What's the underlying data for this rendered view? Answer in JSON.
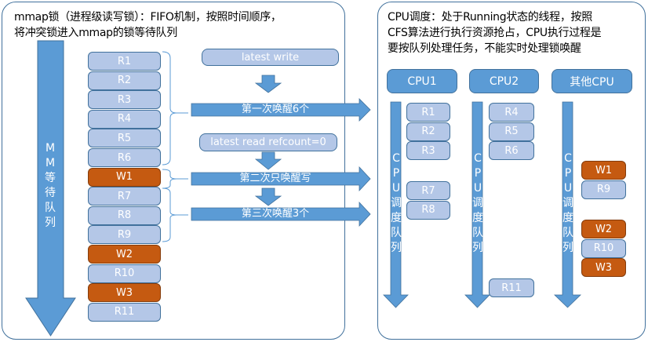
{
  "colors": {
    "panel_border": "#41719c",
    "read_fill": "#b4c7e7",
    "write_fill": "#c55a11",
    "arrow_fill": "#5b9bd5",
    "text_on_shape": "#ffffff"
  },
  "left_panel": {
    "description": "mmap锁（进程级读写锁）：FIFO机制，按照时间顺序，\n将冲突锁进入mmap的锁等待队列",
    "queue_arrow_label": [
      "M",
      "M",
      "等",
      "待",
      "队",
      "列"
    ],
    "queue": [
      {
        "label": "R1",
        "type": "read"
      },
      {
        "label": "R2",
        "type": "read"
      },
      {
        "label": "R3",
        "type": "read"
      },
      {
        "label": "R4",
        "type": "read"
      },
      {
        "label": "R5",
        "type": "read"
      },
      {
        "label": "R6",
        "type": "read"
      },
      {
        "label": "W1",
        "type": "write"
      },
      {
        "label": "R7",
        "type": "read"
      },
      {
        "label": "R8",
        "type": "read"
      },
      {
        "label": "R9",
        "type": "read"
      },
      {
        "label": "W2",
        "type": "write"
      },
      {
        "label": "R10",
        "type": "read"
      },
      {
        "label": "W3",
        "type": "write"
      },
      {
        "label": "R11",
        "type": "read"
      }
    ],
    "events": [
      {
        "label": "latest write"
      },
      {
        "label": "latest read refcount=0"
      }
    ],
    "wakeups": [
      {
        "label": "第一次唤醒6个"
      },
      {
        "label": "第二次只唤醒写"
      },
      {
        "label": "第三次唤醒3个"
      }
    ]
  },
  "right_panel": {
    "description": "CPU调度：处于Running状态的线程，按照\nCFS算法进行执行资源抢占，CPU执行过程是\n要按队列处理任务，不能实时处理锁唤醒",
    "queue_arrow_label": [
      "C",
      "P",
      "U",
      "调",
      "度",
      "队",
      "列"
    ],
    "cpus": [
      {
        "name": "CPU1",
        "groups": [
          [
            {
              "label": "R1",
              "type": "read"
            },
            {
              "label": "R2",
              "type": "read"
            },
            {
              "label": "R3",
              "type": "read"
            }
          ],
          [
            {
              "label": "R7",
              "type": "read"
            },
            {
              "label": "R8",
              "type": "read"
            }
          ]
        ]
      },
      {
        "name": "CPU2",
        "groups": [
          [
            {
              "label": "R4",
              "type": "read"
            },
            {
              "label": "R5",
              "type": "read"
            },
            {
              "label": "R6",
              "type": "read"
            }
          ],
          [
            {
              "label": "R11",
              "type": "read"
            }
          ]
        ]
      },
      {
        "name": "其他CPU",
        "groups": [
          [
            {
              "label": "W1",
              "type": "write"
            },
            {
              "label": "R9",
              "type": "read"
            }
          ],
          [
            {
              "label": "W2",
              "type": "write"
            },
            {
              "label": "R10",
              "type": "read"
            },
            {
              "label": "W3",
              "type": "write"
            }
          ]
        ]
      }
    ]
  }
}
